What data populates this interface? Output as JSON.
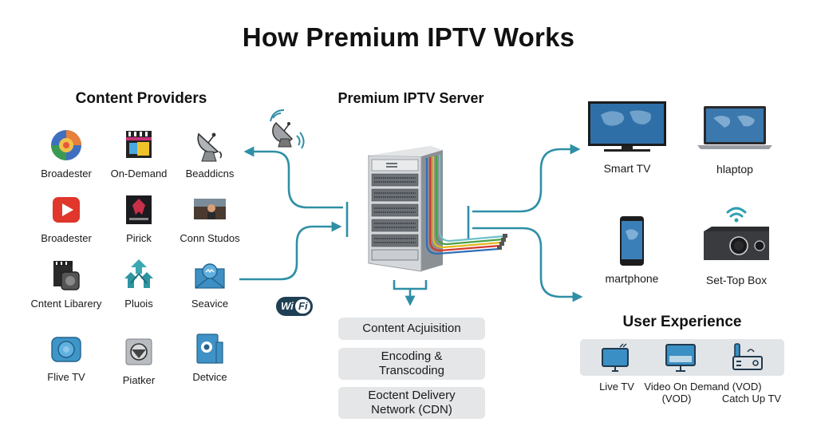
{
  "title": "How Premium IPTV Works",
  "colors": {
    "flow": "#2f8fa6",
    "panel": "#e4e6e8",
    "text": "#111111"
  },
  "content_providers": {
    "heading": "Content Providers",
    "items": [
      {
        "label": "Broadester",
        "icon": "globe-broadcast-icon"
      },
      {
        "label": "On-Demand",
        "icon": "clapperboard-icon"
      },
      {
        "label": "Beaddicns",
        "icon": "satellite-dish-icon"
      },
      {
        "label": "Broadester",
        "icon": "play-button-icon"
      },
      {
        "label": "Pirick",
        "icon": "studio-logo-icon"
      },
      {
        "label": "Conn Studos",
        "icon": "movie-still-icon"
      },
      {
        "label": "Cntent Libarery",
        "icon": "film-camera-icon"
      },
      {
        "label": "Pluois",
        "icon": "network-tree-icon"
      },
      {
        "label": "Seavice",
        "icon": "mail-service-icon"
      },
      {
        "label": "Flive TV",
        "icon": "camera-icon"
      },
      {
        "label": "Piatker",
        "icon": "player-icon"
      },
      {
        "label": "Detvice",
        "icon": "device-icon"
      }
    ]
  },
  "server": {
    "heading": "Premium IPTV Server",
    "pipeline": [
      "Content Acjuisition",
      "Encoding & Transcoding",
      "Eoctent Delivery Network (CDN)"
    ],
    "wifi_badge": "WiFi"
  },
  "devices": [
    {
      "label": "Smart TV",
      "icon": "smart-tv-icon"
    },
    {
      "label": "hlaptop",
      "icon": "laptop-icon"
    },
    {
      "label": "martphone",
      "icon": "smartphone-icon"
    },
    {
      "label": "Set-Top Box",
      "icon": "set-top-box-icon"
    }
  ],
  "user_experience": {
    "heading": "User Experience",
    "items": [
      {
        "label": "Live TV",
        "icon": "live-tv-icon"
      },
      {
        "label": "Video On Demand (VOD) (VOD)",
        "line1": "Video On Demand (VOD)",
        "line2": "(VOD)",
        "icon": "vod-monitor-icon"
      },
      {
        "label": "Catch Up TV",
        "icon": "router-icon"
      }
    ]
  }
}
